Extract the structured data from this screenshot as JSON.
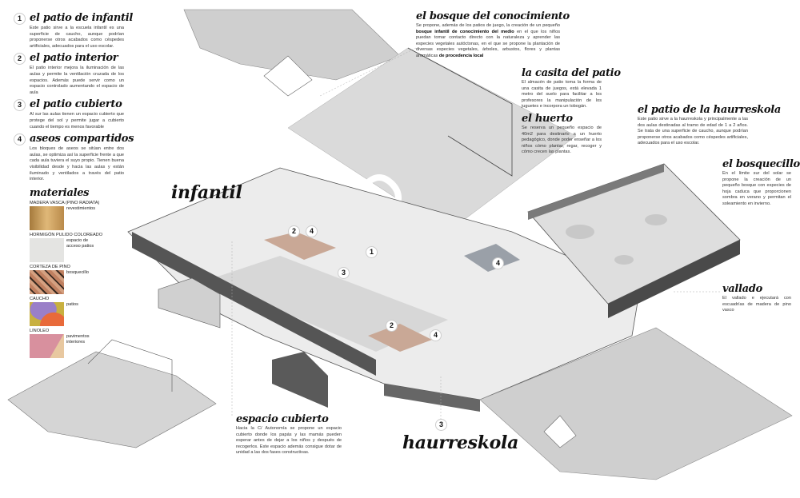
{
  "sections": [
    {
      "num": "1",
      "title": "el patio de infantil",
      "body": "Este patio sirve a la escuela infantil es una superficie de caucho, aunque podrían proponerse otros acabados como céspedes artificiales, adecuados para el uso escolar."
    },
    {
      "num": "2",
      "title": "el patio interior",
      "body": "El patio interior mejora la iluminación de las aulas y permite la ventilación cruzada de los espacios. Además puede servir como un espacio controlado aumentando el espacio de aula"
    },
    {
      "num": "3",
      "title": "el patio cubierto",
      "body": "Al sur las aulas tienen un espacio cubierto que protege del sol y permite jugar a cubierto cuando el tiempo es menos favorable"
    },
    {
      "num": "4",
      "title": "aseos compartidos",
      "body": "Los bloques de aseos se sitúan entre dos aulas, se optimiza así la superficie frente a que cada aula tuviera el suyo propio. Tienen buena visibilidad desde y hacia las aulas y están iluminado y ventilados a través del patio interior."
    }
  ],
  "materiales": {
    "title": "materiales",
    "items": [
      {
        "name": "MADERA VASCA (PINO RADIATA)",
        "use": "revestimientos",
        "color": "#c9a060"
      },
      {
        "name": "HORMIGÓN PULIDO COLOREADO",
        "use": "espacio de acceso patios",
        "color": "#e4e4e2"
      },
      {
        "name": "CORTEZA DE PINO",
        "use": "bosquecillo",
        "color": "#b07a5a"
      },
      {
        "name": "CAUCHO",
        "use": "patios",
        "color": "#9a7fc8"
      },
      {
        "name": "LINOLEO",
        "use": "pavimentos interiores",
        "color": "#d8909e"
      }
    ]
  },
  "bosque": {
    "title": "el bosque del conocimiento",
    "body_a": "Se propone, además de los patios de juego, la creación de un pequeño ",
    "bold_a": "bosque infantil de conocimiento del medio",
    "body_b": " en el que los niños puedan tomar contacto directo con la naturaleza y aprender las especies vegetales autóctonas, en el que se propone la plantación de diversas especies vegetales, árboles, arbustos, flores y plantas aromáticas ",
    "bold_b": "de procedencia local"
  },
  "casita": {
    "title": "la casita del patio",
    "body": "El almacén de patio toma la forma de una casita de juegos, está elevada 1 metro del suelo para facilitar a los profesores la manipulación de los juguetes e incorpora un tobogán."
  },
  "huerto": {
    "title": "el huerto",
    "body": "Se reserva un pequeño espacio de 40m2 para destinarlo a un huerto pedagógico, donde poder enseñar a los niños cómo plantar, regar, recoger y cómo crecen las plantas."
  },
  "patio_haurreskola": {
    "title": "el patio de la haurreskola",
    "body": "Este patio sirve a la haurreskola y principalmente a las dos aulas destinadas al tramo de edad de 1 a 2 años. Se trata de una superficie de caucho, aunque podrían proponerse otros acabados como céspedes artificiales, adecuados para el uso escolar."
  },
  "bosquecillo": {
    "title": "el bosquecillo",
    "body": "En el límite sur del solar se propone la creación de un pequeño bosque con especies de hoja caduca que proporcionen sombra en verano y permitan el soleamiento en invierno."
  },
  "vallado": {
    "title": "vallado",
    "body": "El vallado e ejecutará con escuadrías de madera de pino vasco"
  },
  "espacio_cubierto": {
    "title": "espacio cubierto",
    "body": "Hacia la C/ Autonomía se propone un espacio cubierto donde los papás y las mamás pueden esperar antes de dejar a los niños y después de recogerlos. Este espacio además consigue dotar de unidad a las dos fases constructivas."
  },
  "labels": {
    "infantil": "infantil",
    "haurreskola": "haurreskola",
    "haurreskola_num": "3"
  },
  "plan_markers": [
    "1",
    "2",
    "4",
    "3",
    "2",
    "4",
    "4"
  ]
}
